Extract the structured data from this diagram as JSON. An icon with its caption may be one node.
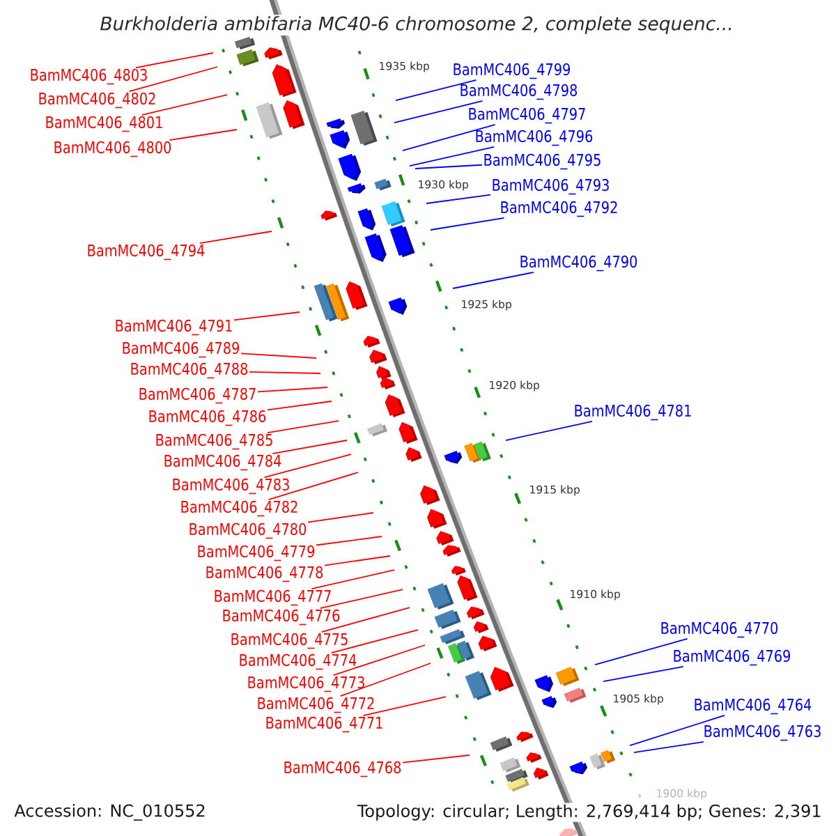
{
  "diagram": {
    "title": "Burkholderia ambifaria MC40-6 chromosome 2, complete sequenc...",
    "nodes": [
      {
        "text": [
          "BamMC406_4803"
        ]
      },
      {
        "text": [
          "BamMC406_4802"
        ]
      },
      {
        "text": [
          "BamMC406_4801"
        ]
      },
      {
        "text": [
          "BamMC406_4800"
        ]
      },
      {
        "text": [
          "BamMC406_4794"
        ]
      },
      {
        "text": [
          "BamMC406_4791"
        ]
      },
      {
        "text": [
          "BamMC406_4789"
        ]
      },
      {
        "text": [
          "BamMC406_4788"
        ]
      },
      {
        "text": [
          "BamMC406_4787"
        ]
      },
      {
        "text": [
          "BamMC406_4786"
        ]
      },
      {
        "text": [
          "BamMC406_4785"
        ]
      },
      {
        "text": [
          "BamMC406_4784"
        ]
      },
      {
        "text": [
          "BamMC406_4783"
        ]
      },
      {
        "text": [
          "BamMC406_4782"
        ]
      },
      {
        "text": [
          "BamMC406_4780"
        ]
      },
      {
        "text": [
          "BamMC406_4779"
        ]
      },
      {
        "text": [
          "BamMC406_4778"
        ]
      },
      {
        "text": [
          "BamMC406_4777"
        ]
      },
      {
        "text": [
          "BamMC406_4776"
        ]
      },
      {
        "text": [
          "BamMC406_4775"
        ]
      },
      {
        "text": [
          "BamMC406_4774"
        ]
      },
      {
        "text": [
          "BamMC406_4773"
        ]
      },
      {
        "text": [
          "BamMC406_4772"
        ]
      },
      {
        "text": [
          "BamMC406_4771"
        ]
      },
      {
        "text": [
          "BamMC406_4768"
        ]
      },
      {
        "text": [
          "BamMC406_4799"
        ]
      },
      {
        "text": [
          "BamMC406_4798"
        ]
      },
      {
        "text": [
          "BamMC406_4797"
        ]
      },
      {
        "text": [
          "BamMC406_4796"
        ]
      },
      {
        "text": [
          "BamMC406_4795"
        ]
      },
      {
        "text": [
          "BamMC406_4793"
        ]
      },
      {
        "text": [
          "BamMC406_4792"
        ]
      },
      {
        "text": [
          "BamMC406_4790"
        ]
      },
      {
        "text": [
          "BamMC406_4781"
        ]
      },
      {
        "text": [
          "BamMC406_4770"
        ]
      },
      {
        "text": [
          "BamMC406_4769"
        ]
      },
      {
        "text": [
          "BamMC406_4764"
        ]
      },
      {
        "text": [
          "BamMC406_4763"
        ]
      }
    ],
    "edges": [
      {
        "from": 0,
        "to": null,
        "arrow": "none"
      },
      {
        "from": 1,
        "to": null,
        "arrow": "none"
      },
      {
        "from": 2,
        "to": null,
        "arrow": "none"
      },
      {
        "from": 3,
        "to": null,
        "arrow": "none"
      },
      {
        "from": 4,
        "to": null,
        "arrow": "none"
      },
      {
        "from": 5,
        "to": null,
        "arrow": "none"
      },
      {
        "from": 6,
        "to": null,
        "arrow": "none"
      },
      {
        "from": 7,
        "to": null,
        "arrow": "none"
      },
      {
        "from": 8,
        "to": null,
        "arrow": "none"
      },
      {
        "from": 9,
        "to": null,
        "arrow": "none"
      },
      {
        "from": 10,
        "to": null,
        "arrow": "none"
      },
      {
        "from": 11,
        "to": null,
        "arrow": "none"
      },
      {
        "from": 12,
        "to": null,
        "arrow": "none"
      },
      {
        "from": 13,
        "to": null,
        "arrow": "none"
      },
      {
        "from": 14,
        "to": null,
        "arrow": "none"
      },
      {
        "from": 15,
        "to": null,
        "arrow": "none"
      },
      {
        "from": 16,
        "to": null,
        "arrow": "none"
      },
      {
        "from": 17,
        "to": null,
        "arrow": "none"
      },
      {
        "from": 18,
        "to": null,
        "arrow": "none"
      },
      {
        "from": 19,
        "to": null,
        "arrow": "none"
      },
      {
        "from": 20,
        "to": null,
        "arrow": "none"
      },
      {
        "from": 21,
        "to": null,
        "arrow": "none"
      },
      {
        "from": 22,
        "to": null,
        "arrow": "none"
      },
      {
        "from": 23,
        "to": null,
        "arrow": "none"
      },
      {
        "from": 24,
        "to": null,
        "arrow": "none"
      },
      {
        "from": 25,
        "to": null,
        "arrow": "none",
        "color": "#0000ff"
      },
      {
        "from": 26,
        "to": null,
        "arrow": "none",
        "color": "#0000ff"
      },
      {
        "from": 27,
        "to": null,
        "arrow": "none",
        "color": "#0000ff"
      },
      {
        "from": 28,
        "to": null,
        "arrow": "none",
        "color": "#0000ff"
      },
      {
        "from": 29,
        "to": null,
        "arrow": "none",
        "color": "#0000ff"
      },
      {
        "from": 30,
        "to": null,
        "arrow": "none",
        "color": "#0000ff"
      },
      {
        "from": 31,
        "to": null,
        "arrow": "none",
        "color": "#0000ff"
      },
      {
        "from": 32,
        "to": null,
        "arrow": "none",
        "color": "#0000ff"
      },
      {
        "from": 33,
        "to": null,
        "arrow": "none",
        "color": "#0000ff"
      },
      {
        "from": 34,
        "to": null,
        "arrow": "none",
        "color": "#0000ff"
      },
      {
        "from": 35,
        "to": null,
        "arrow": "none",
        "color": "#0000ff"
      },
      {
        "from": 36,
        "to": null,
        "arrow": "none",
        "color": "#0000ff"
      },
      {
        "from": 37,
        "to": null,
        "arrow": "none",
        "color": "#0000ff"
      }
    ],
    "labels": [
      "1935 kbp",
      "1930 kbp",
      "1925 kbp",
      "1920 kbp",
      "1915 kbp",
      "1910 kbp",
      "1905 kbp",
      "1900 kbp",
      "Accession: NC_010552",
      "Topology: circular; Length: 2,769,414 bp; Genes: 2,391"
    ]
  }
}
